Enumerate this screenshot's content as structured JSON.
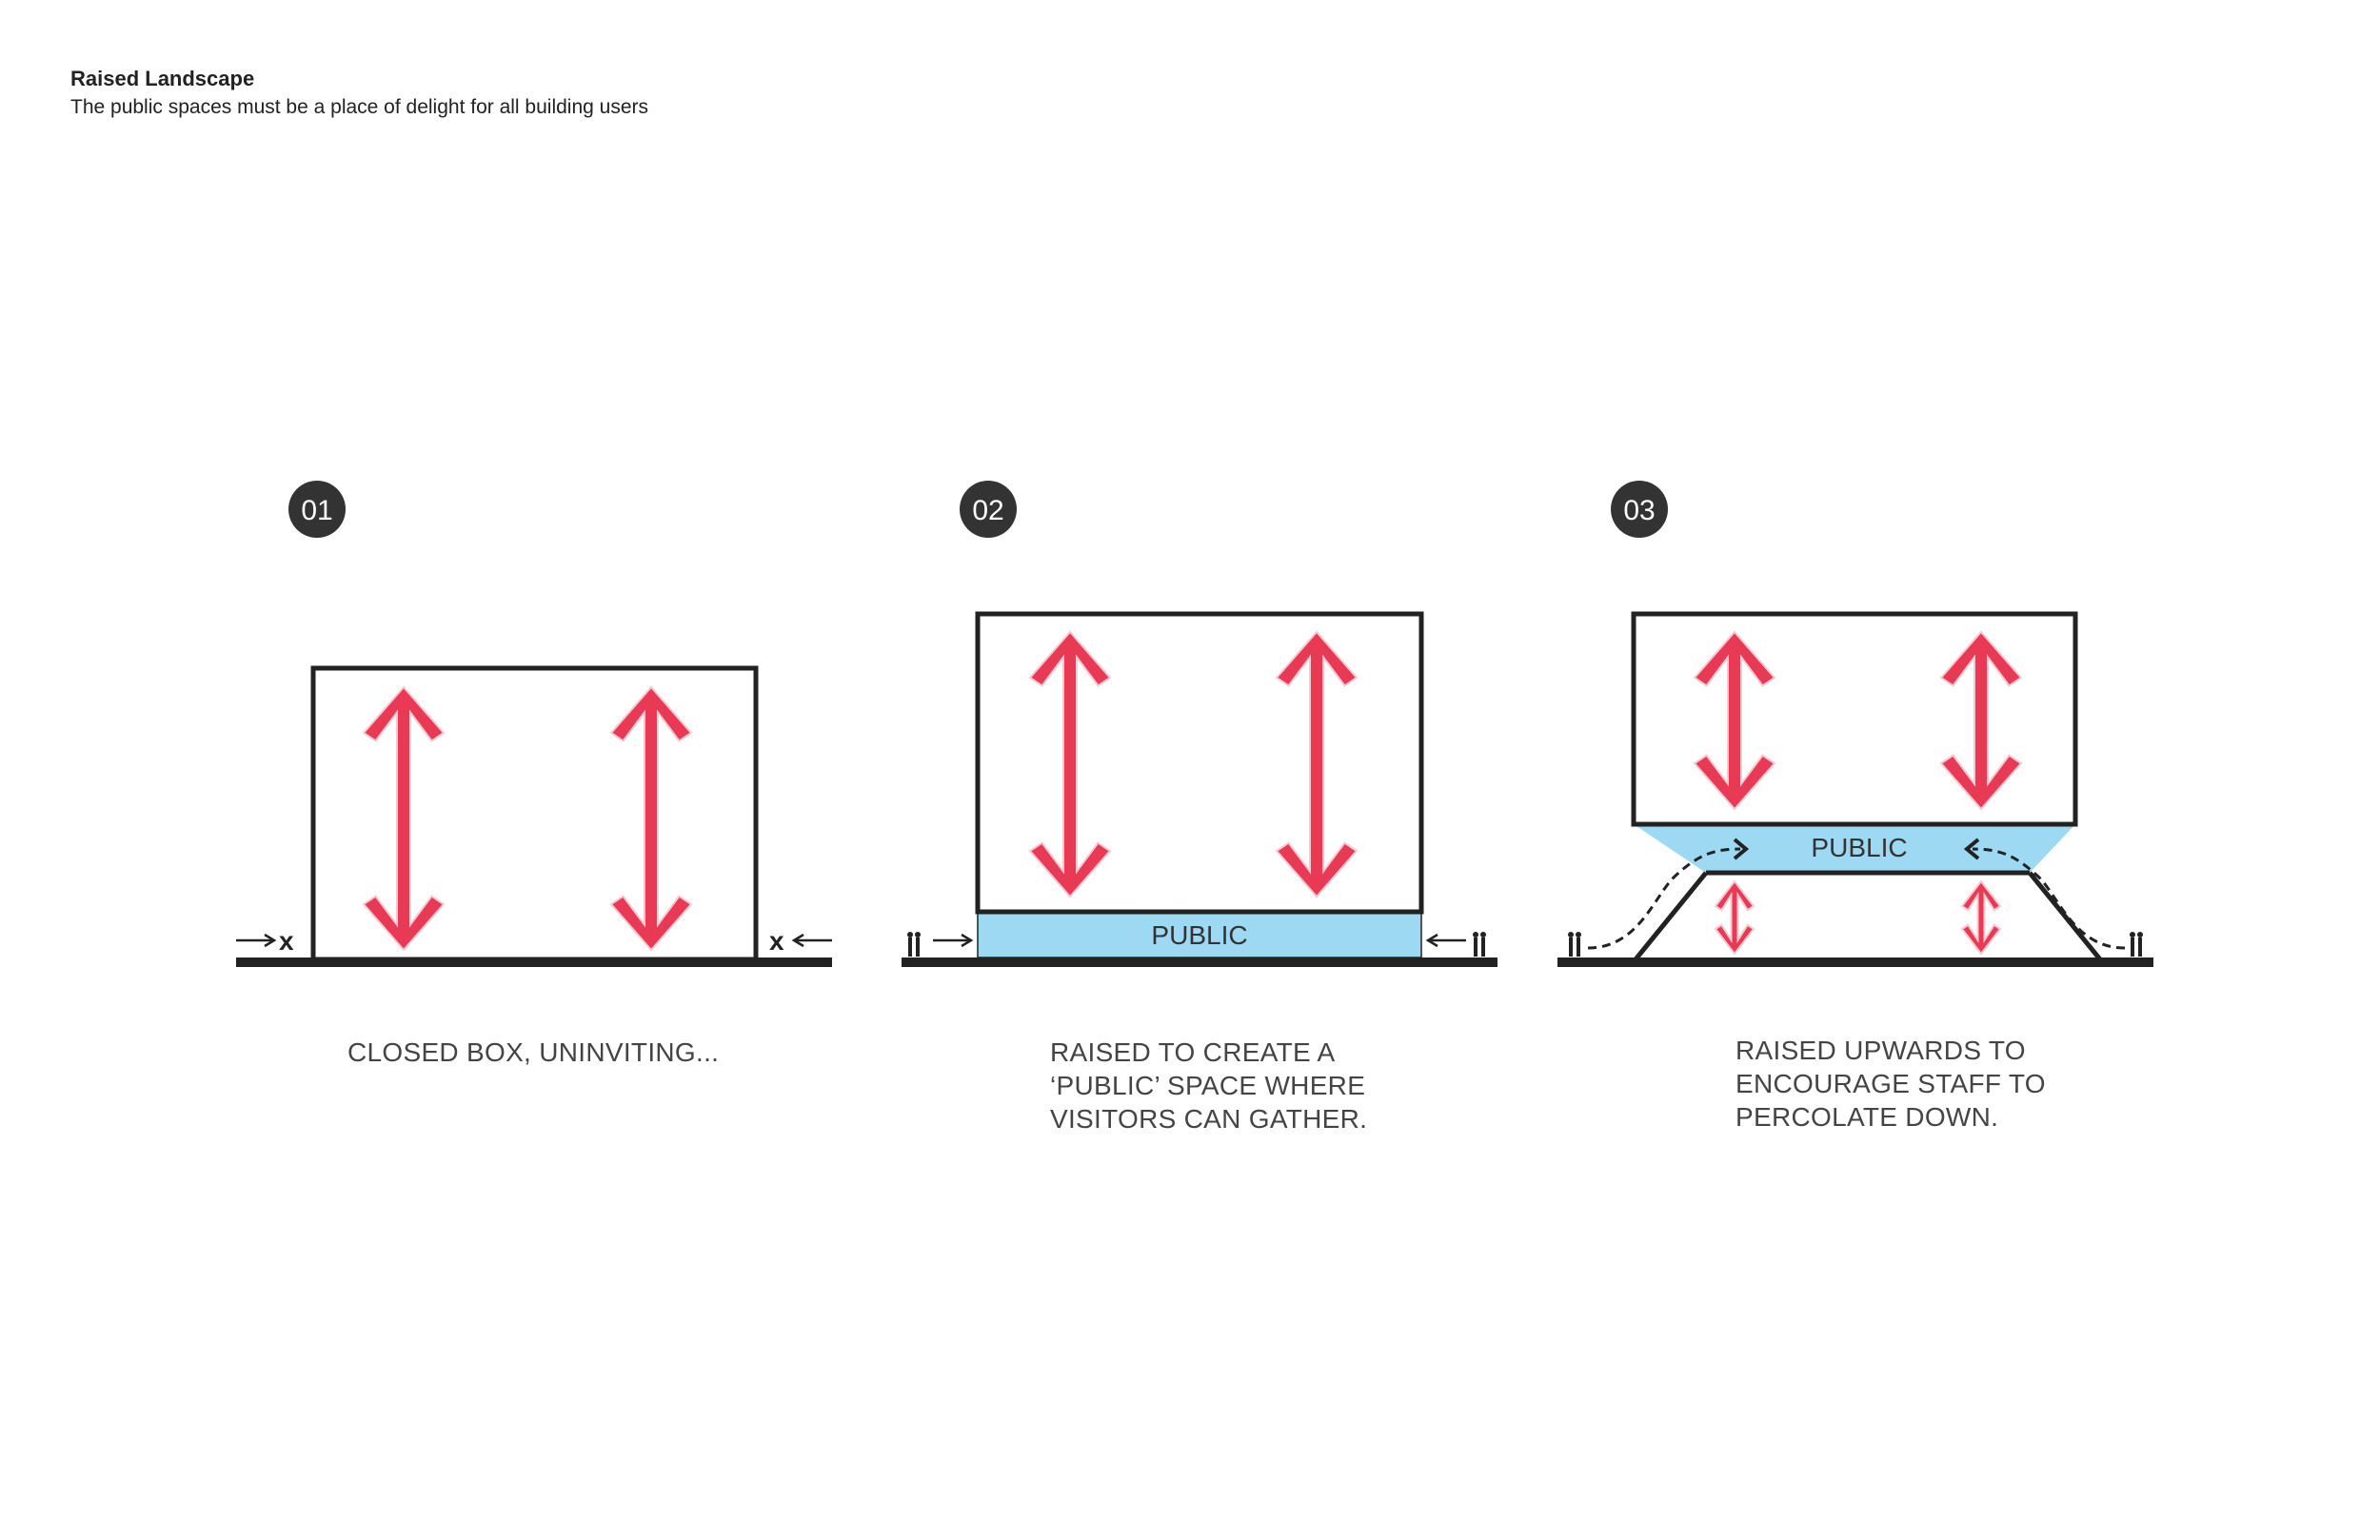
{
  "header": {
    "title": "Raised Landscape",
    "subtitle": "The public spaces must be a place of delight for all building users"
  },
  "colors": {
    "arrow": "#e83a55",
    "public_fill": "#9dd9f3",
    "outline": "#222222",
    "badge": "#333333",
    "text": "#444444"
  },
  "panels": [
    {
      "number": "01",
      "caption_lines": [
        "CLOSED BOX, UNINVITING..."
      ],
      "entry_mark_left": "x",
      "entry_mark_right": "x"
    },
    {
      "number": "02",
      "public_label": "PUBLIC",
      "caption_lines": [
        "RAISED TO CREATE A",
        "‘PUBLIC’ SPACE WHERE",
        "VISITORS CAN GATHER."
      ]
    },
    {
      "number": "03",
      "public_label": "PUBLIC",
      "caption_lines": [
        "RAISED UPWARDS TO",
        "ENCOURAGE STAFF TO",
        "PERCOLATE DOWN."
      ]
    }
  ]
}
